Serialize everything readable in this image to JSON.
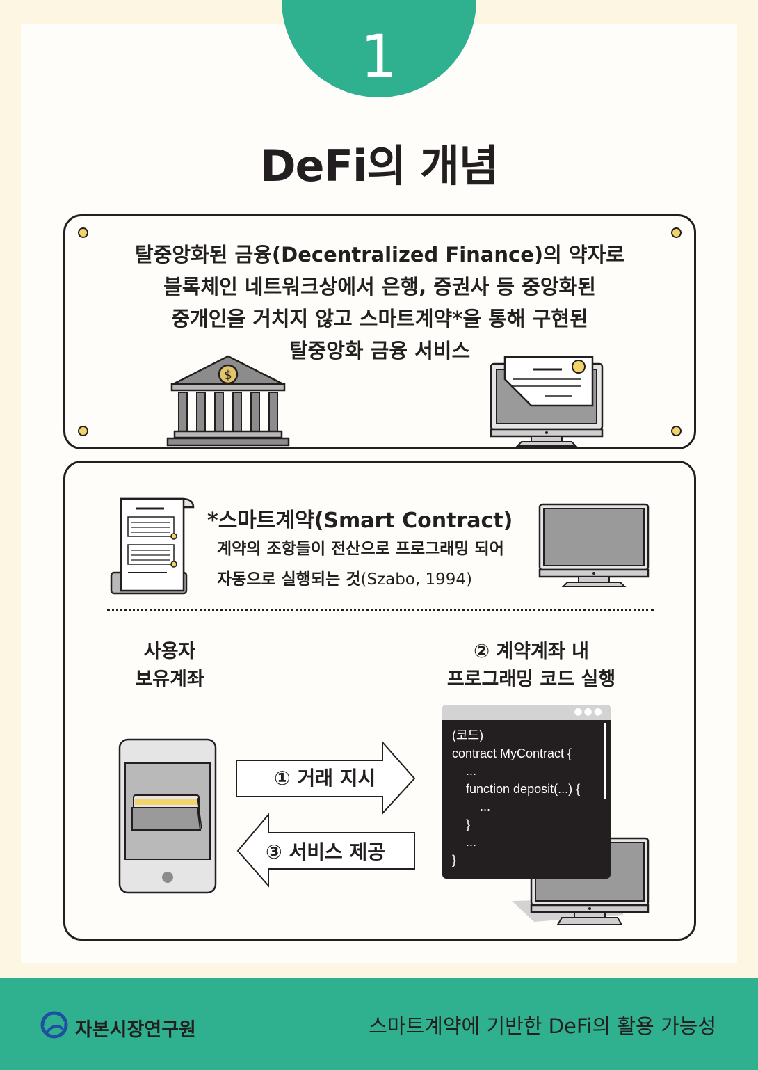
{
  "badge": {
    "number": "1"
  },
  "title": "DeFi의 개념",
  "definition": {
    "lines": [
      "탈중앙화된 금융(Decentralized Finance)의 약자로",
      "블록체인 네트워크상에서 은행, 증권사 등 중앙화된",
      "중개인을 거치지 않고 스마트계약*을 통해 구현된",
      "탈중앙화 금융 서비스"
    ],
    "icons": [
      "bank-icon",
      "certificate-monitor-icon"
    ]
  },
  "smart_contract": {
    "title": "*스마트계약(Smart Contract)",
    "desc_line1": "계약의 조항들이 전산으로 프로그래밍 되어",
    "desc_line2": "자동으로 실행되는 것",
    "citation": "(Szabo, 1994)",
    "icons": [
      "contract-scroll-icon",
      "monitor-icon"
    ]
  },
  "flow": {
    "user_label_line1": "사용자",
    "user_label_line2": "보유계좌",
    "exec_label_line1": "② 계약계좌 내",
    "exec_label_line2": "프로그래밍 코드 실행",
    "step1": "①  거래 지시",
    "step3": "③ 서비스 제공",
    "code": "(코드)\ncontract MyContract {\n    ...\n    function deposit(...) {\n        ...\n    }\n    ...\n}",
    "icons": [
      "tablet-wallet-icon",
      "code-window-icon",
      "monitor-icon"
    ]
  },
  "footer": {
    "org": "자본시장연구원",
    "report": "스마트계약에 기반한 DeFi의 활용 가능성"
  },
  "colors": {
    "accent": "#2fb08f",
    "background": "#fdf6e3",
    "highlight": "#f3d46b",
    "dark": "#231f20"
  }
}
